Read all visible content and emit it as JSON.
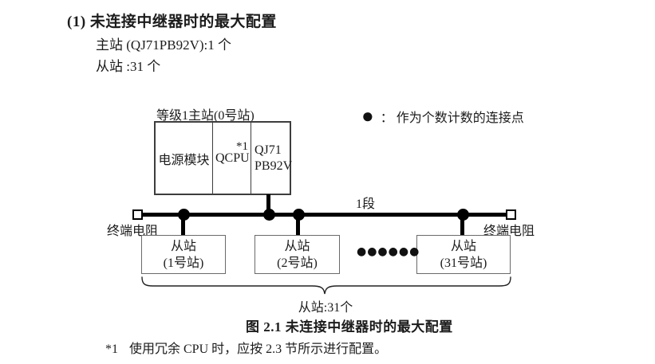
{
  "doc": {
    "heading": "(1) 未连接中继器时的最大配置",
    "spec_lines": [
      "主站 (QJ71PB92V):1 个",
      "从站 :31 个"
    ],
    "caption": "图 2.1 未连接中继器时的最大配置",
    "footnote_marker": "*1",
    "footnote_text": "使用冗余 CPU 时，应按 2.3 节所示进行配置。"
  },
  "diagram": {
    "master": {
      "label": "等级1主站(0号站)",
      "cell_power": "电源模块",
      "cell_cpu": "QCPU",
      "cpu_note": "*1",
      "cell_pb_line1": "QJ71",
      "cell_pb_line2": "PB92V"
    },
    "legend": {
      "symbol": "●",
      "label": "： 作为个数计数的连接点"
    },
    "segment_label": "1段",
    "terminator_left": "终端电阻",
    "terminator_right": "终端电阻",
    "slaves": [
      {
        "line1": "从站",
        "line2": "(1号站)"
      },
      {
        "line1": "从站",
        "line2": "(2号站)"
      },
      {
        "line1": "从站",
        "line2": "(31号站)"
      }
    ],
    "ellipsis": "●●●●●●",
    "brace_label": "从站:31个"
  }
}
